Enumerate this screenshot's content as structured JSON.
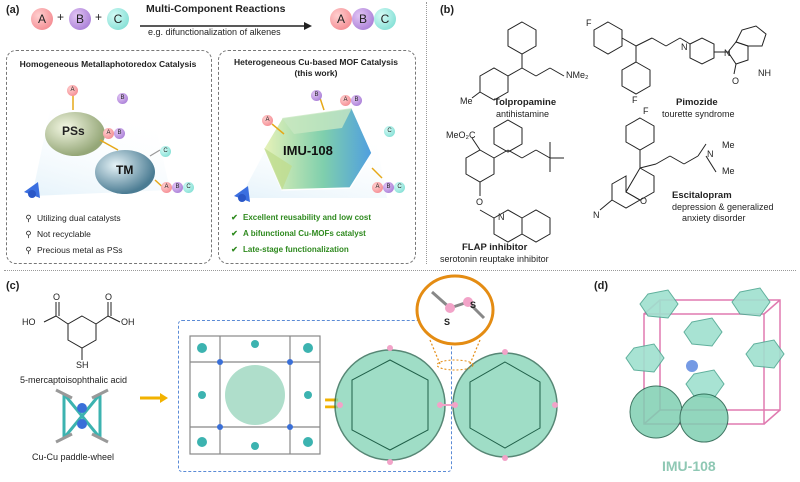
{
  "panels": {
    "a": "(a)",
    "b": "(b)",
    "c": "(c)",
    "d": "(d)"
  },
  "reaction": {
    "ball_a": "A",
    "ball_b": "B",
    "ball_c": "C",
    "plus": "+",
    "arrow_title": "Multi-Component Reactions",
    "arrow_sub": "e.g. difunctionalization of alkenes"
  },
  "homogeneous": {
    "title": "Homogeneous Metallaphotoredox Catalysis",
    "pss_label": "PSs",
    "tm_label": "TM",
    "bullets": [
      "Utilizing dual catalysts",
      "Not recyclable",
      "Precious metal as PSs"
    ]
  },
  "heterogeneous": {
    "title_line1": "Heterogeneous Cu-based MOF Catalysis",
    "title_line2": "(this work)",
    "mof_label": "IMU-108",
    "bullets": [
      "Excellent reusability and low cost",
      "A bifunctional Cu-MOFs catalyst",
      "Late-stage functionalization"
    ]
  },
  "drugs": [
    {
      "name": "Tolpropamine",
      "use": "antihistamine",
      "me": "Me",
      "nme2": "NMe₂"
    },
    {
      "name": "Pimozide",
      "use": "tourette syndrome",
      "f1": "F",
      "f2": "F",
      "n1": "N",
      "n2": "N",
      "nh": "NH",
      "o": "O"
    },
    {
      "name": "FLAP inhibitor",
      "use": "serotonin reuptake inhibitor",
      "meo2c": "MeO₂C",
      "o": "O",
      "n": "N"
    },
    {
      "name": "Escitalopram",
      "use_line1": "depression & generalized",
      "use_line2": "anxiety disorder",
      "f": "F",
      "n": "N",
      "me1": "Me",
      "me2": "Me",
      "o": "O",
      "nc": "N"
    }
  ],
  "panel_c": {
    "ligand_name": "5-mercaptoisophthalic acid",
    "ho1": "HO",
    "oh": "OH",
    "o1": "O",
    "o2": "O",
    "sh": "SH",
    "cluster_name": "Cu-Cu paddle-wheel",
    "equals": "=",
    "s1": "S",
    "s2": "S"
  },
  "panel_d": {
    "mof_label": "IMU-108"
  }
}
